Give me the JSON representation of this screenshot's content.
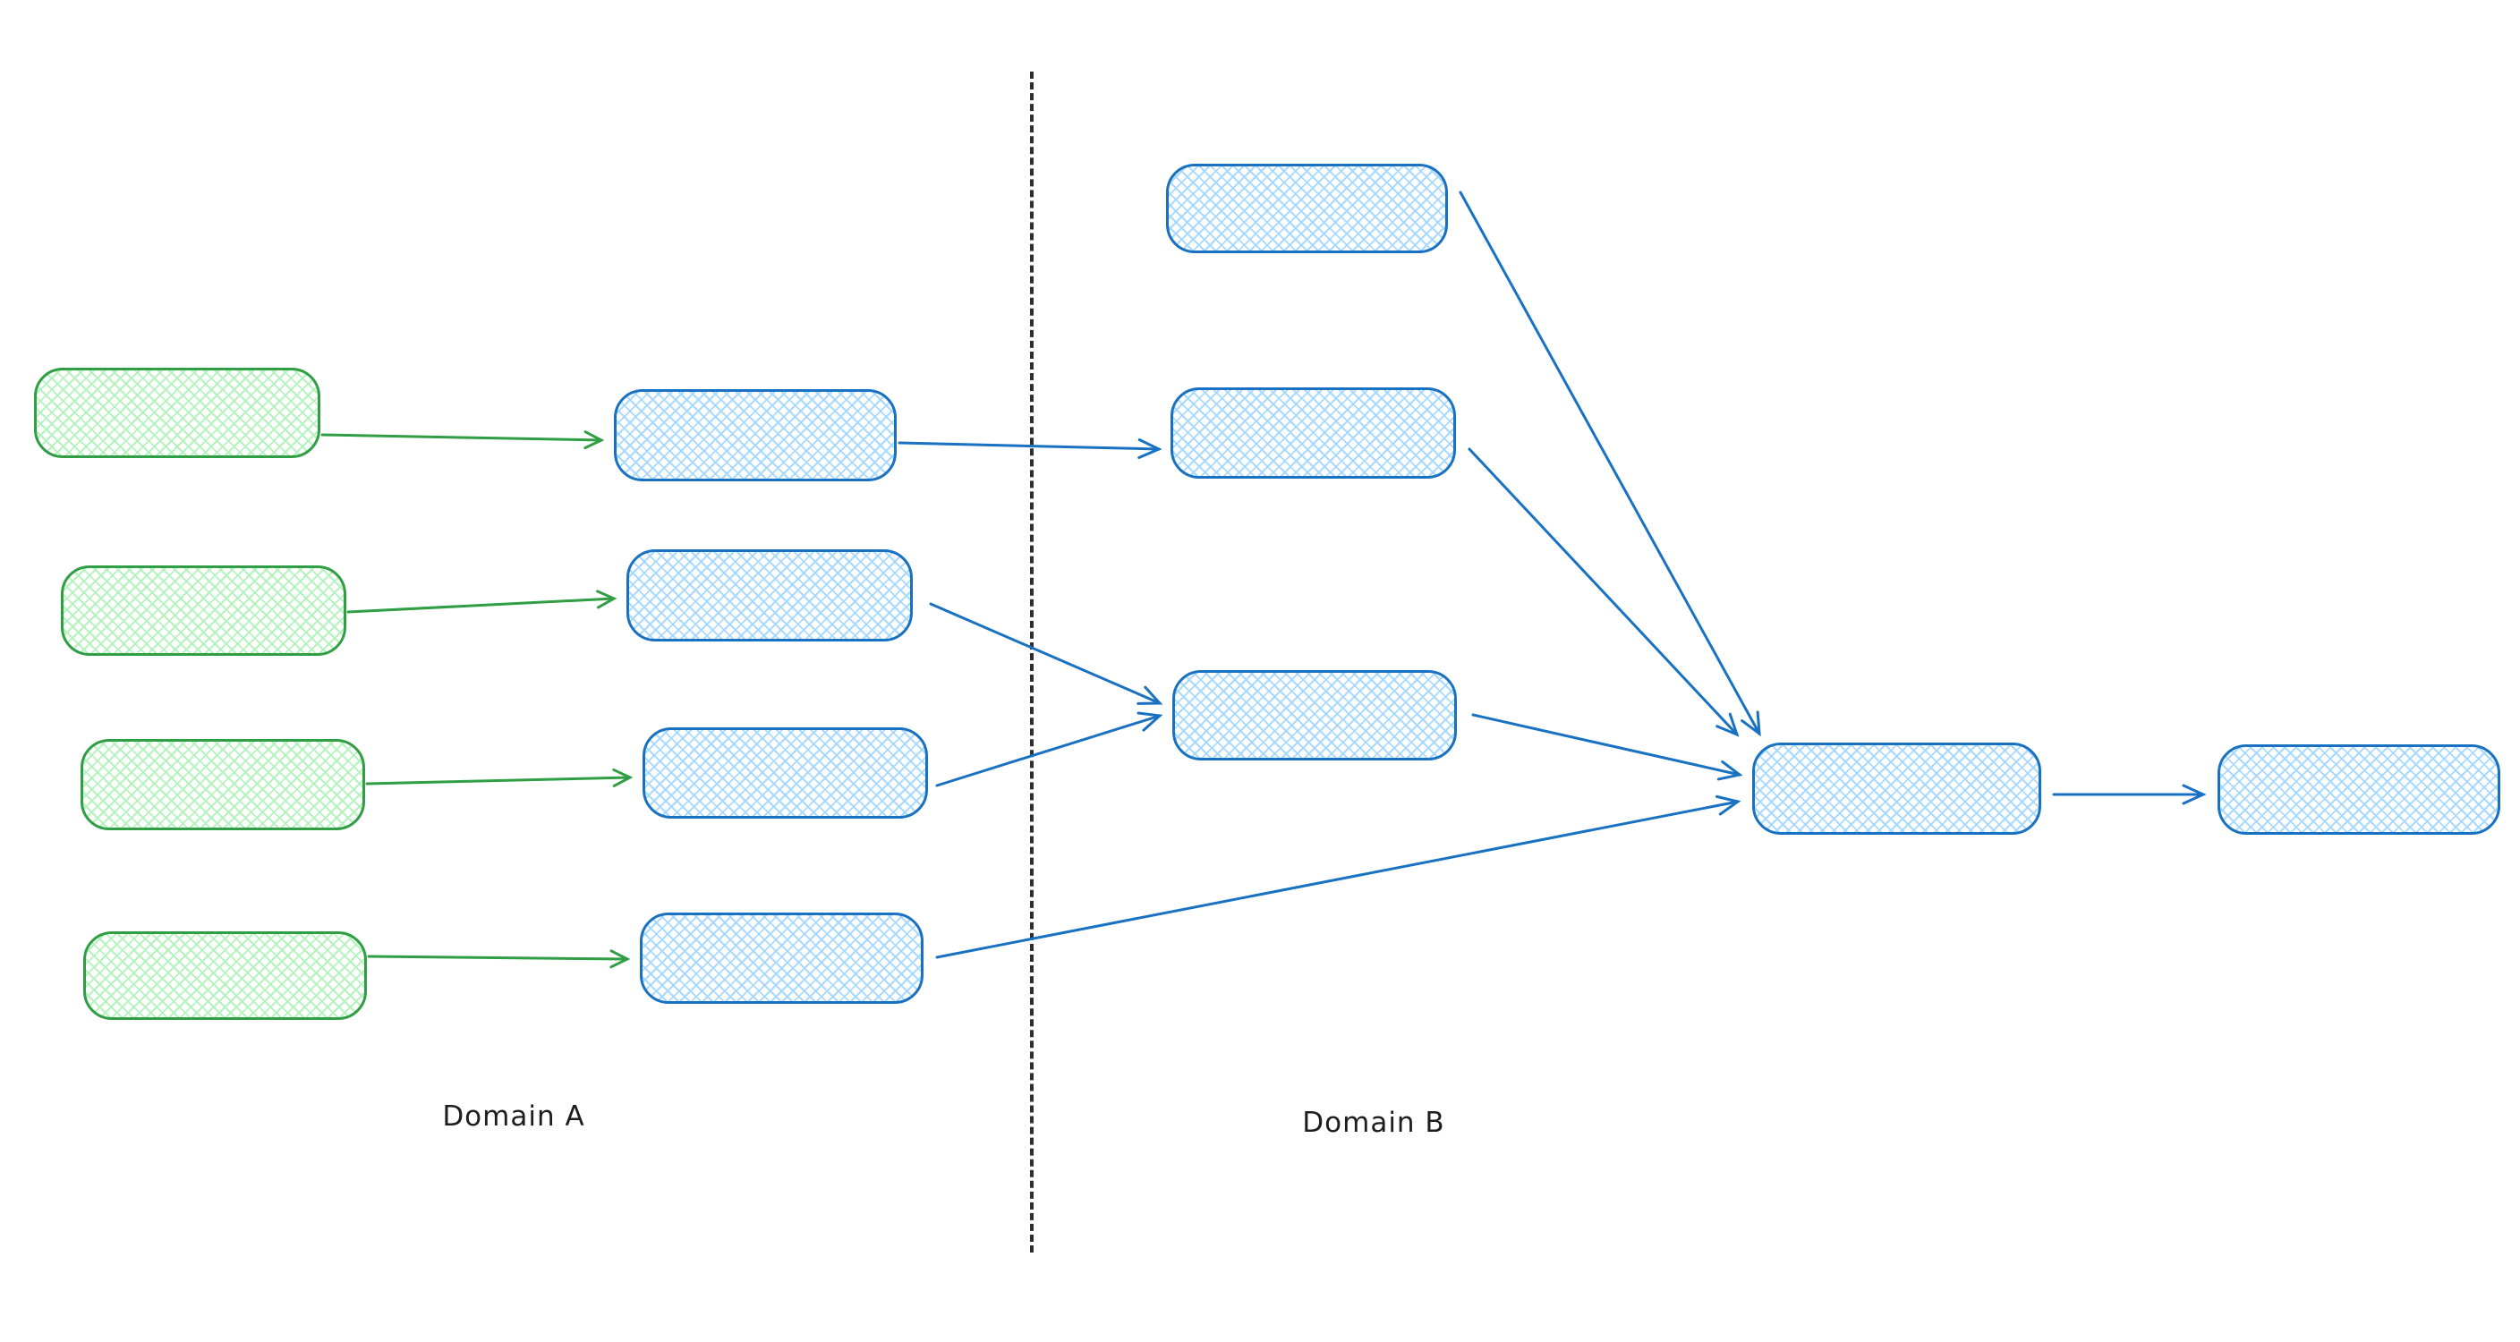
{
  "diagram": {
    "type": "flow-diagram",
    "labels": {
      "domain_a": "Domain A",
      "domain_b": "Domain B"
    },
    "colors": {
      "green_stroke": "#2f9e44",
      "green_fill_hatch": "#b2f2bb",
      "blue_stroke": "#1971c2",
      "blue_fill_hatch": "#a5d8ff",
      "divider": "#2e2e2e",
      "label_text": "#1e1e1e",
      "background": "#ffffff"
    },
    "nodes": {
      "domain_a_green_sources": 4,
      "domain_a_blue_intermediates": 4,
      "domain_b_blue_nodes": 3,
      "domain_b_merge_nodes": 1,
      "domain_b_output_nodes": 1
    },
    "edges": [
      "green-node-1 -> blue-node-a1",
      "green-node-2 -> blue-node-a2",
      "green-node-3 -> blue-node-a3",
      "green-node-4 -> blue-node-a4",
      "blue-node-a1 -> blue-node-b2",
      "blue-node-a2 -> blue-node-b3",
      "blue-node-a3 -> blue-node-b3",
      "blue-node-a4 -> merge-node",
      "blue-node-b1 -> merge-node",
      "blue-node-b2 -> merge-node",
      "blue-node-b3 -> merge-node",
      "merge-node -> output-node"
    ]
  }
}
